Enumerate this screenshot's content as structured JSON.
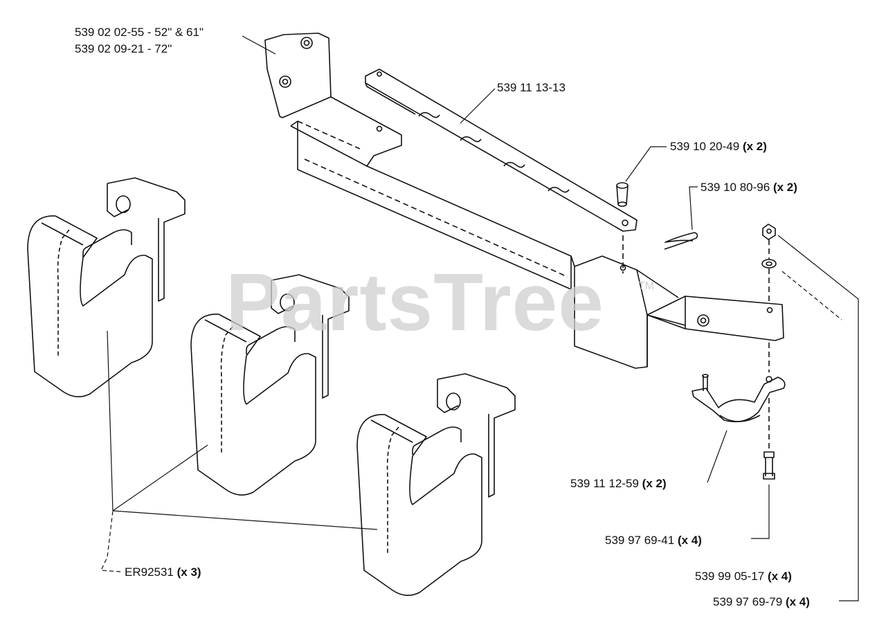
{
  "watermark": {
    "text": "PartsTree",
    "trademark": "TM"
  },
  "labels": {
    "bracket_52_61": {
      "part": "539 02 02-55 - 52\" & 61\""
    },
    "bracket_72": {
      "part": "539 02 09-21 - 72\""
    },
    "plate": {
      "part": "539 11 13-13"
    },
    "pin": {
      "part": "539 10 20-49",
      "qty": "(x 2)"
    },
    "clip": {
      "part": "539 10 80-96",
      "qty": "(x 2)"
    },
    "hook": {
      "part": "539 11 12-59",
      "qty": "(x 2)"
    },
    "bolt": {
      "part": "539 97 69-41",
      "qty": "(x 4)"
    },
    "washer": {
      "part": "539 99 05-17",
      "qty": "(x 4)"
    },
    "nut": {
      "part": "539 97 69-79",
      "qty": "(x 4)"
    },
    "weight": {
      "part": "ER92531",
      "qty": "(x 3)"
    }
  },
  "colors": {
    "line": "#111111",
    "watermark": "#cfcfcf",
    "background": "#ffffff"
  }
}
